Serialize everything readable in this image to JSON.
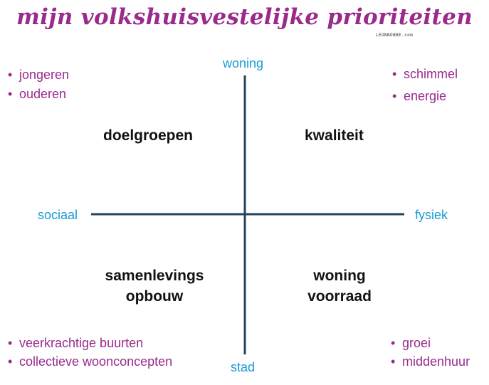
{
  "title": "mijn volkshuisvestelijke prioriteiten",
  "credit": "LEONBOBBE.com",
  "colors": {
    "title": "#9a2a8c",
    "axis_label": "#1a9ad6",
    "axis_line": "#24435c",
    "bullets": "#9a2a8c",
    "quadrant_title": "#111111"
  },
  "axes": {
    "top": "woning",
    "bottom": "stad",
    "left": "sociaal",
    "right": "fysiek"
  },
  "quadrants": {
    "top_left": {
      "title": [
        "doelgroepen"
      ],
      "items": [
        "jongeren",
        "ouderen"
      ]
    },
    "top_right": {
      "title": [
        "kwaliteit"
      ],
      "items": [
        "schimmel",
        "energie"
      ]
    },
    "bottom_left": {
      "title": [
        "samenlevings",
        "opbouw"
      ],
      "items": [
        "veerkrachtige buurten",
        "collectieve woonconcepten"
      ]
    },
    "bottom_right": {
      "title": [
        "woning",
        "voorraad"
      ],
      "items": [
        "groei",
        "middenhuur"
      ]
    }
  }
}
